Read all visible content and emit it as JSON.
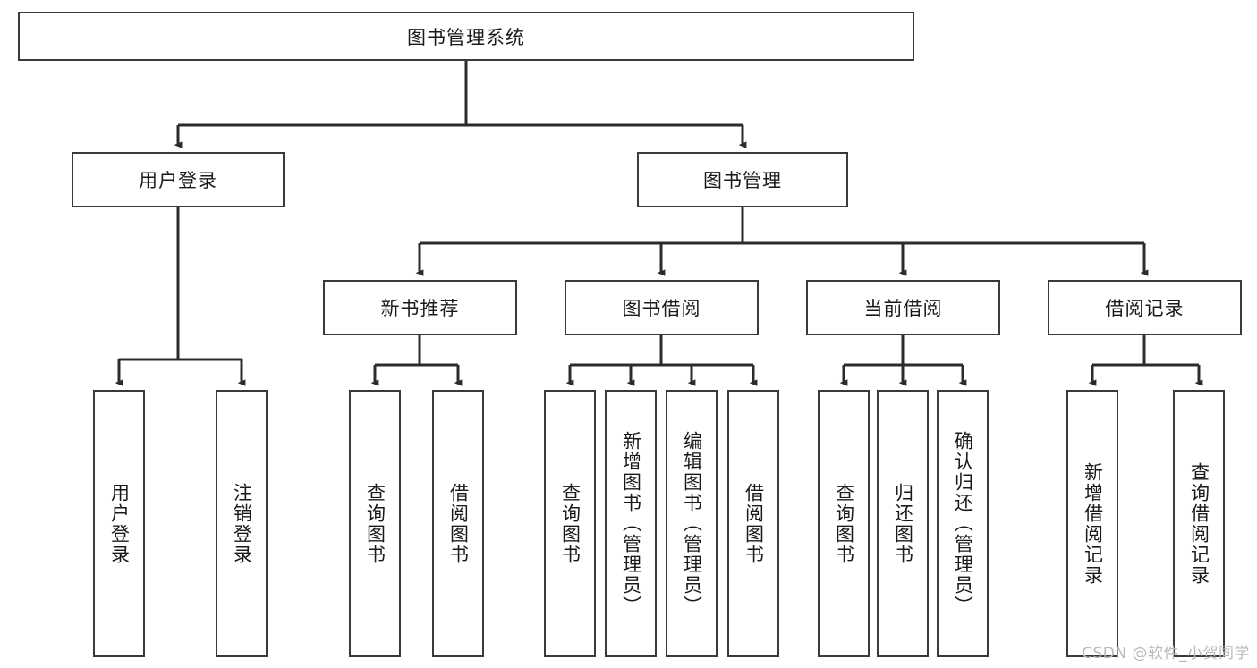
{
  "diagram": {
    "type": "hierarchy-tree",
    "title": "图书管理系统",
    "watermark": "CSDN @软件_小贺同学",
    "colors": {
      "box_border": "#3a3a3a",
      "box_fill": "#ffffff",
      "edge": "#2b2b2b",
      "text": "#1a1a1a",
      "watermark": "#b9b9b9"
    },
    "root": {
      "label": "图书管理系统",
      "id": "root"
    },
    "level2": [
      {
        "id": "user-login",
        "label": "用户登录"
      },
      {
        "id": "book-manage",
        "label": "图书管理"
      }
    ],
    "level3": [
      {
        "id": "new-book-rec",
        "label": "新书推荐",
        "parent": "book-manage"
      },
      {
        "id": "book-borrow",
        "label": "图书借阅",
        "parent": "book-manage"
      },
      {
        "id": "current-borrow",
        "label": "当前借阅",
        "parent": "book-manage"
      },
      {
        "id": "borrow-record",
        "label": "借阅记录",
        "parent": "book-manage"
      }
    ],
    "leaves": [
      {
        "id": "leaf-user-login",
        "label": "用户登录",
        "parent": "user-login"
      },
      {
        "id": "leaf-user-logout",
        "label": "注销登录",
        "parent": "user-login"
      },
      {
        "id": "leaf-query-book-1",
        "label": "查询图书",
        "parent": "new-book-rec"
      },
      {
        "id": "leaf-borrow-book-1",
        "label": "借阅图书",
        "parent": "new-book-rec"
      },
      {
        "id": "leaf-query-book-2",
        "label": "查询图书",
        "parent": "book-borrow"
      },
      {
        "id": "leaf-add-book",
        "label": "新增图书（管理员）",
        "parent": "book-borrow"
      },
      {
        "id": "leaf-edit-book",
        "label": "编辑图书（管理员）",
        "parent": "book-borrow"
      },
      {
        "id": "leaf-borrow-book-2",
        "label": "借阅图书",
        "parent": "book-borrow"
      },
      {
        "id": "leaf-query-book-3",
        "label": "查询图书",
        "parent": "current-borrow"
      },
      {
        "id": "leaf-return-book",
        "label": "归还图书",
        "parent": "current-borrow"
      },
      {
        "id": "leaf-confirm-return",
        "label": "确认归还（管理员）",
        "parent": "current-borrow"
      },
      {
        "id": "leaf-add-record",
        "label": "新增借阅记录",
        "parent": "borrow-record"
      },
      {
        "id": "leaf-query-record",
        "label": "查询借阅记录",
        "parent": "borrow-record"
      }
    ]
  }
}
